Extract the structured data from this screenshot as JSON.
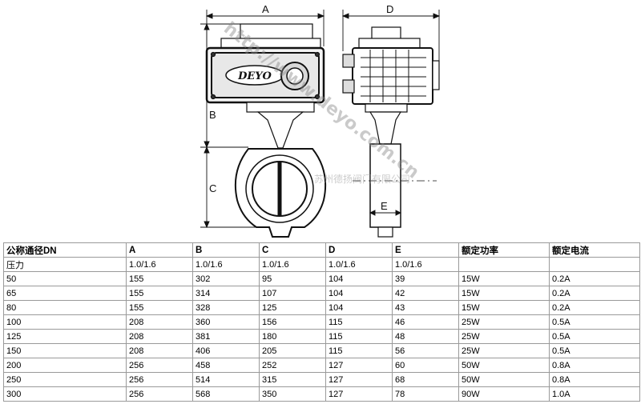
{
  "drawing": {
    "dim_labels": {
      "a": "A",
      "b": "B",
      "c": "C",
      "d": "D",
      "e": "E"
    },
    "brand": "DEYO",
    "watermark_url": "http://www.deyo.com.cn",
    "watermark_company": "苏州德扬阀门有限公司"
  },
  "table": {
    "headers": [
      "公称通径DN",
      "A",
      "B",
      "C",
      "D",
      "E",
      "额定功率",
      "额定电流"
    ],
    "pressure_row": [
      "压力",
      "1.0/1.6",
      "1.0/1.6",
      "1.0/1.6",
      "1.0/1.6",
      "1.0/1.6",
      "",
      ""
    ],
    "rows": [
      [
        "50",
        "155",
        "302",
        "95",
        "104",
        "39",
        "15W",
        "0.2A"
      ],
      [
        "65",
        "155",
        "314",
        "107",
        "104",
        "42",
        "15W",
        "0.2A"
      ],
      [
        "80",
        "155",
        "328",
        "125",
        "104",
        "43",
        "15W",
        "0.2A"
      ],
      [
        "100",
        "208",
        "360",
        "156",
        "115",
        "46",
        "25W",
        "0.5A"
      ],
      [
        "125",
        "208",
        "381",
        "180",
        "115",
        "48",
        "25W",
        "0.5A"
      ],
      [
        "150",
        "208",
        "406",
        "205",
        "115",
        "56",
        "25W",
        "0.5A"
      ],
      [
        "200",
        "256",
        "458",
        "252",
        "127",
        "60",
        "50W",
        "0.8A"
      ],
      [
        "250",
        "256",
        "514",
        "315",
        "127",
        "68",
        "50W",
        "0.8A"
      ],
      [
        "300",
        "256",
        "568",
        "350",
        "127",
        "78",
        "90W",
        "1.0A"
      ]
    ]
  }
}
